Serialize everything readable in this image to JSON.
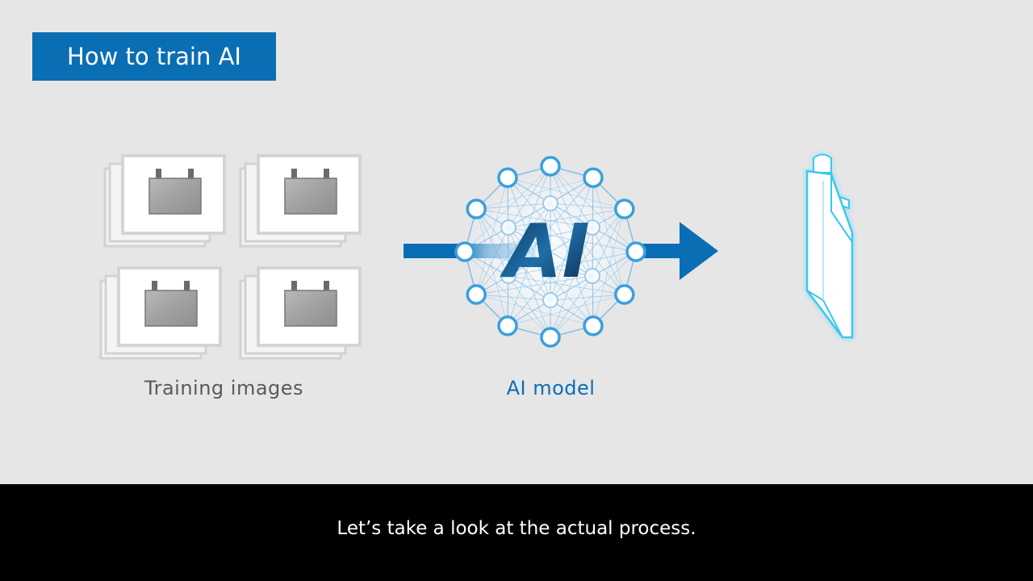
{
  "header": {
    "title": "How to train AI"
  },
  "training": {
    "label": "Training images",
    "image_count": 4
  },
  "model": {
    "label": "AI model",
    "logo_text": "AI"
  },
  "subtitle": {
    "text": "Let’s take a look at the actual process."
  },
  "colors": {
    "title_bg": "#0a6eb4",
    "arrow": "#0a6eb4",
    "model_label": "#0a6eb4",
    "network_node": "#3aa0dc",
    "network_link": "#6fb8e6",
    "output_glow": "#39c8f0",
    "background": "#e6e6e7",
    "subtitle_bg": "#000000"
  },
  "icons": {
    "title_box": "title-banner",
    "training_image": "battery-photo-stack-icon",
    "network": "neural-network-icon",
    "arrow": "arrow-right-icon",
    "output": "glowing-component-icon"
  }
}
